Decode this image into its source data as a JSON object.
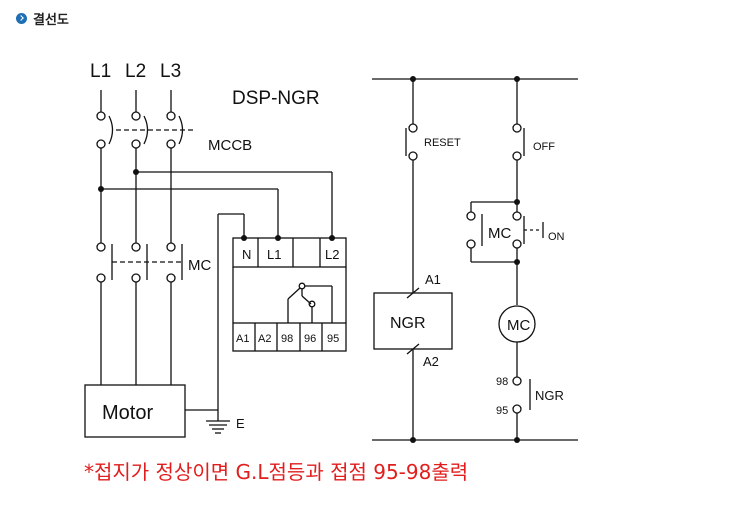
{
  "header": {
    "title": "결선도"
  },
  "left_circuit": {
    "phases": [
      "L1",
      "L2",
      "L3"
    ],
    "device_name": "DSP-NGR",
    "breaker_label": "MCCB",
    "contactor_label": "MC",
    "motor_label": "Motor",
    "ground_label": "E",
    "relay_top_terminals": [
      "N",
      "L1",
      "",
      "L2"
    ],
    "relay_bottom_terminals": [
      "A1",
      "A2",
      "98",
      "96",
      "95"
    ]
  },
  "right_circuit": {
    "reset_label": "RESET",
    "off_label": "OFF",
    "on_label": "ON",
    "aux_contact_label": "MC",
    "relay_box_label": "NGR",
    "relay_a1_label": "A1",
    "relay_a2_label": "A2",
    "coil_label": "MC",
    "output_contact_label": "NGR",
    "output_top_terminal": "98",
    "output_bottom_terminal": "95"
  },
  "note": "*접지가 정상이면 G.L점등과 접점 95-98출력"
}
